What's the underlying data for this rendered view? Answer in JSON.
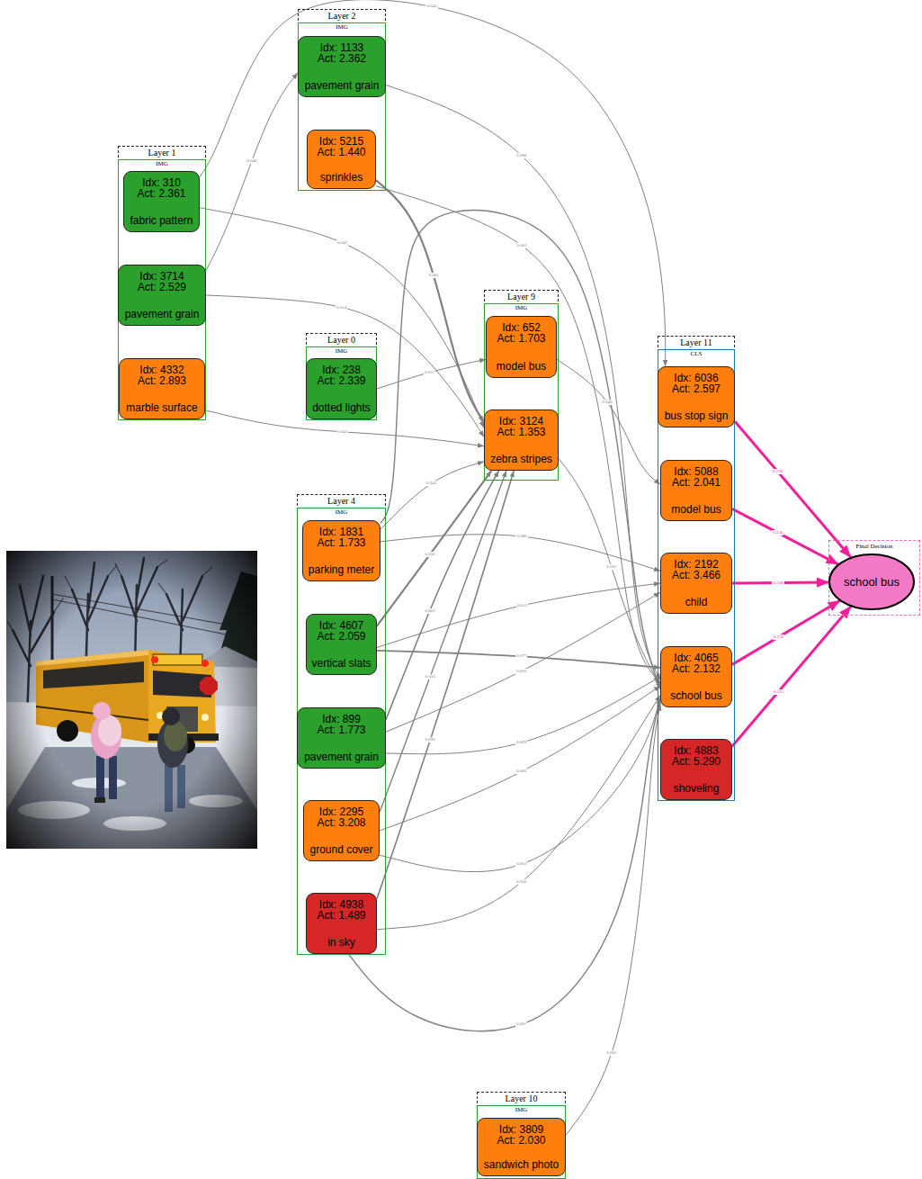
{
  "diagram": {
    "nodes": [
      {
        "text": [
          "Layer 2",
          "IMG"
        ]
      },
      {
        "text": [
          "Idx: 1133",
          "Act: 2.362",
          "pavement grain"
        ],
        "in": 0
      },
      {
        "text": [
          "Idx: 5215",
          "Act: 1.440",
          "sprinkles"
        ],
        "in": 0
      },
      {
        "text": [
          "Layer 1",
          "IMG"
        ]
      },
      {
        "text": [
          "Idx: 310",
          "Act: 2.361",
          "fabric pattern"
        ],
        "in": 3
      },
      {
        "text": [
          "Idx: 3714",
          "Act: 2.529",
          "pavement grain"
        ],
        "in": 3
      },
      {
        "text": [
          "Idx: 4332",
          "Act: 2.893",
          "marble surface"
        ],
        "in": 3
      },
      {
        "text": [
          "Layer 0",
          "IMG"
        ]
      },
      {
        "text": [
          "Idx: 238",
          "Act: 2.339",
          "dotted lights"
        ],
        "in": 7
      },
      {
        "text": [
          "Layer 9",
          "IMG"
        ]
      },
      {
        "text": [
          "Idx: 652",
          "Act: 1.703",
          "model bus"
        ],
        "in": 9
      },
      {
        "text": [
          "Idx: 3124",
          "Act: 1.353",
          "zebra stripes"
        ],
        "in": 9
      },
      {
        "text": [
          "Layer 11",
          "CLS"
        ]
      },
      {
        "text": [
          "Idx: 6036",
          "Act: 2.597",
          "bus stop sign"
        ],
        "in": 12
      },
      {
        "text": [
          "Idx: 5088",
          "Act: 2.041",
          "model bus"
        ],
        "in": 12
      },
      {
        "text": [
          "Idx: 2192",
          "Act: 3.466",
          "child"
        ],
        "in": 12
      },
      {
        "text": [
          "Idx: 4065",
          "Act: 2.132",
          "school bus"
        ],
        "in": 12
      },
      {
        "text": [
          "Idx: 4883",
          "Act: 5.290",
          "shoveling"
        ],
        "in": 12
      },
      {
        "text": [
          "Final Decision"
        ]
      },
      {
        "text": [
          "school bus"
        ],
        "in": 18
      },
      {
        "text": [
          "Layer 4",
          "IMG"
        ]
      },
      {
        "text": [
          "Idx: 1831",
          "Act: 1.733",
          "parking meter"
        ],
        "in": 20
      },
      {
        "text": [
          "Idx: 4607",
          "Act: 2.059",
          "vertical slats"
        ],
        "in": 20
      },
      {
        "text": [
          "Idx: 899",
          "Act: 1.773",
          "pavement grain"
        ],
        "in": 20
      },
      {
        "text": [
          "Idx: 2295",
          "Act: 3.208",
          "ground cover"
        ],
        "in": 20
      },
      {
        "text": [
          "Idx: 4938",
          "Act: 1.489",
          "in sky"
        ],
        "in": 20
      },
      {
        "text": [
          "Layer 10",
          "IMG"
        ]
      },
      {
        "text": [
          "Idx: 3809",
          "Act: 2.030",
          "sandwich photo"
        ],
        "in": 26
      }
    ],
    "edges": [
      {
        "from": 4,
        "to": 13,
        "arrow": "to",
        "label": "0.043"
      },
      {
        "from": 5,
        "to": 1,
        "arrow": "to",
        "label": "0.046"
      },
      {
        "from": 4,
        "to": 11,
        "arrow": "to",
        "label": "0.043"
      },
      {
        "from": 5,
        "to": 11,
        "arrow": "to",
        "label": "0.054"
      },
      {
        "from": 6,
        "to": 11,
        "arrow": "to",
        "label": "0.043"
      },
      {
        "from": 8,
        "to": 10,
        "arrow": "to",
        "label": "0.057"
      },
      {
        "from": 1,
        "to": 16,
        "arrow": "to",
        "label": "0.088"
      },
      {
        "from": 2,
        "to": 11,
        "arrow": "to",
        "label": "0.065"
      },
      {
        "from": 2,
        "to": 16,
        "arrow": "to",
        "label": "0.062"
      },
      {
        "from": 10,
        "to": 14,
        "arrow": "to",
        "label": "0.048"
      },
      {
        "from": 11,
        "to": 16,
        "arrow": "to",
        "label": "0.061"
      },
      {
        "from": 21,
        "to": 11,
        "arrow": "to",
        "label": "0.042"
      },
      {
        "from": 21,
        "to": 15,
        "arrow": "to",
        "label": "0.080"
      },
      {
        "from": 21,
        "to": 16,
        "arrow": "to"
      },
      {
        "from": 22,
        "to": 11,
        "arrow": "to",
        "label": "0.100"
      },
      {
        "from": 22,
        "to": 15,
        "arrow": "to",
        "label": "0.053"
      },
      {
        "from": 22,
        "to": 16,
        "arrow": "to",
        "label": "0.077"
      },
      {
        "from": 23,
        "to": 11,
        "arrow": "to",
        "label": "0.063"
      },
      {
        "from": 23,
        "to": 15,
        "arrow": "to",
        "label": "0.050"
      },
      {
        "from": 23,
        "to": 16,
        "arrow": "to",
        "label": "0.069"
      },
      {
        "from": 24,
        "to": 11,
        "arrow": "to",
        "label": "0.056"
      },
      {
        "from": 24,
        "to": 16,
        "arrow": "to",
        "label": "0.080"
      },
      {
        "from": 25,
        "to": 11,
        "arrow": "to",
        "label": "0.090"
      },
      {
        "from": 25,
        "to": 16,
        "arrow": "to",
        "label": "0.056"
      },
      {
        "from": 25,
        "to": 16,
        "arrow": "to",
        "label": "0.067"
      },
      {
        "from": 24,
        "to": 16,
        "arrow": "to",
        "label": "0.063"
      },
      {
        "from": 27,
        "to": 16,
        "arrow": "to",
        "label": "0.065"
      },
      {
        "from": 13,
        "to": 19,
        "arrow": "to",
        "label": "0.236"
      },
      {
        "from": 14,
        "to": 19,
        "arrow": "to",
        "label": "0.256"
      },
      {
        "from": 15,
        "to": 19,
        "arrow": "to",
        "label": "0.238"
      },
      {
        "from": 16,
        "to": 19,
        "arrow": "to",
        "label": "0.256"
      },
      {
        "from": 17,
        "to": 19,
        "arrow": "to",
        "label": "0.235"
      }
    ]
  }
}
